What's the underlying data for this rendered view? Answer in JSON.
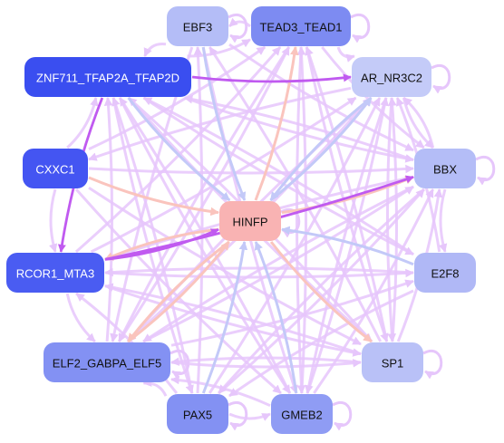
{
  "diagram": {
    "nodes": [
      {
        "id": "EBF3",
        "label": "EBF3",
        "fill": "#b4bdf7",
        "text_color": "#111111"
      },
      {
        "id": "TEAD3_TEAD1",
        "label": "TEAD3_TEAD1",
        "fill": "#7d8bf2",
        "text_color": "#111111"
      },
      {
        "id": "ZNF711",
        "label": "ZNF711_TFAP2A_TFAP2D",
        "fill": "#3a4ef0",
        "text_color": "#ffffff"
      },
      {
        "id": "AR_NR3C2",
        "label": "AR_NR3C2",
        "fill": "#c4cbf8",
        "text_color": "#111111"
      },
      {
        "id": "CXXC1",
        "label": "CXXC1",
        "fill": "#4455f2",
        "text_color": "#ffffff"
      },
      {
        "id": "BBX",
        "label": "BBX",
        "fill": "#b4bdf7",
        "text_color": "#111111"
      },
      {
        "id": "HINFP",
        "label": "HINFP",
        "fill": "#f9b3b3",
        "text_color": "#111111"
      },
      {
        "id": "RCOR1_MTA3",
        "label": "RCOR1_MTA3",
        "fill": "#4a5cf2",
        "text_color": "#ffffff"
      },
      {
        "id": "E2F8",
        "label": "E2F8",
        "fill": "#b0b8f6",
        "text_color": "#111111"
      },
      {
        "id": "ELF2",
        "label": "ELF2_GABPA_ELF5",
        "fill": "#8391f3",
        "text_color": "#111111"
      },
      {
        "id": "SP1",
        "label": "SP1",
        "fill": "#b9c1f7",
        "text_color": "#111111"
      },
      {
        "id": "PAX5",
        "label": "PAX5",
        "fill": "#8391f3",
        "text_color": "#111111"
      },
      {
        "id": "GMEB2",
        "label": "GMEB2",
        "fill": "#8f9cf4",
        "text_color": "#111111"
      }
    ],
    "edges": [
      {
        "from": "ZNF711",
        "to": "HINFP",
        "kind": "blue"
      },
      {
        "from": "ZNF711",
        "to": "AR_NR3C2",
        "kind": "violet"
      },
      {
        "from": "ZNF711",
        "to": "BBX",
        "kind": "light"
      },
      {
        "from": "ZNF711",
        "to": "SP1",
        "kind": "light"
      },
      {
        "from": "ZNF711",
        "to": "GMEB2",
        "kind": "light"
      },
      {
        "from": "ZNF711",
        "to": "PAX5",
        "kind": "light"
      },
      {
        "from": "ZNF711",
        "to": "E2F8",
        "kind": "light"
      },
      {
        "from": "ZNF711",
        "to": "TEAD3_TEAD1",
        "kind": "light"
      },
      {
        "from": "ZNF711",
        "to": "RCOR1_MTA3",
        "kind": "violet"
      },
      {
        "from": "CXXC1",
        "to": "BBX",
        "kind": "light"
      },
      {
        "from": "CXXC1",
        "to": "HINFP",
        "kind": "peach"
      },
      {
        "from": "CXXC1",
        "to": "ZNF711",
        "kind": "light"
      },
      {
        "from": "CXXC1",
        "to": "RCOR1_MTA3",
        "kind": "light"
      },
      {
        "from": "CXXC1",
        "to": "SP1",
        "kind": "light"
      },
      {
        "from": "CXXC1",
        "to": "TEAD3_TEAD1",
        "kind": "light"
      },
      {
        "from": "CXXC1",
        "to": "GMEB2",
        "kind": "light"
      },
      {
        "from": "RCOR1_MTA3",
        "to": "BBX",
        "kind": "violet"
      },
      {
        "from": "RCOR1_MTA3",
        "to": "E2F8",
        "kind": "light"
      },
      {
        "from": "RCOR1_MTA3",
        "to": "SP1",
        "kind": "light"
      },
      {
        "from": "RCOR1_MTA3",
        "to": "ELF2",
        "kind": "light"
      },
      {
        "from": "RCOR1_MTA3",
        "to": "AR_NR3C2",
        "kind": "light"
      },
      {
        "from": "RCOR1_MTA3",
        "to": "TEAD3_TEAD1",
        "kind": "light"
      },
      {
        "from": "RCOR1_MTA3",
        "to": "HINFP",
        "kind": "violet"
      },
      {
        "from": "ELF2",
        "to": "HINFP",
        "kind": "peach"
      },
      {
        "from": "ELF2",
        "to": "SP1",
        "kind": "light"
      },
      {
        "from": "ELF2",
        "to": "AR_NR3C2",
        "kind": "light"
      },
      {
        "from": "ELF2",
        "to": "TEAD3_TEAD1",
        "kind": "light"
      },
      {
        "from": "ELF2",
        "to": "BBX",
        "kind": "light"
      },
      {
        "from": "ELF2",
        "to": "ZNF711",
        "kind": "light"
      },
      {
        "from": "ELF2",
        "to": "E2F8",
        "kind": "light"
      },
      {
        "from": "PAX5",
        "to": "HINFP",
        "kind": "blue"
      },
      {
        "from": "PAX5",
        "to": "GMEB2",
        "kind": "light"
      },
      {
        "from": "PAX5",
        "to": "AR_NR3C2",
        "kind": "light"
      },
      {
        "from": "PAX5",
        "to": "EBF3",
        "kind": "light"
      },
      {
        "from": "PAX5",
        "to": "BBX",
        "kind": "light"
      },
      {
        "from": "PAX5",
        "to": "ZNF711",
        "kind": "light"
      },
      {
        "from": "GMEB2",
        "to": "HINFP",
        "kind": "blue"
      },
      {
        "from": "GMEB2",
        "to": "BBX",
        "kind": "light"
      },
      {
        "from": "GMEB2",
        "to": "AR_NR3C2",
        "kind": "light"
      },
      {
        "from": "GMEB2",
        "to": "TEAD3_TEAD1",
        "kind": "light"
      },
      {
        "from": "GMEB2",
        "to": "ZNF711",
        "kind": "light"
      },
      {
        "from": "SP1",
        "to": "AR_NR3C2",
        "kind": "light"
      },
      {
        "from": "SP1",
        "to": "BBX",
        "kind": "light"
      },
      {
        "from": "SP1",
        "to": "ELF2",
        "kind": "light"
      },
      {
        "from": "SP1",
        "to": "TEAD3_TEAD1",
        "kind": "light"
      },
      {
        "from": "SP1",
        "to": "EBF3",
        "kind": "light"
      },
      {
        "from": "SP1",
        "to": "ZNF711",
        "kind": "light"
      },
      {
        "from": "E2F8",
        "to": "HINFP",
        "kind": "blue"
      },
      {
        "from": "E2F8",
        "to": "ZNF711",
        "kind": "light"
      },
      {
        "from": "E2F8",
        "to": "AR_NR3C2",
        "kind": "light"
      },
      {
        "from": "E2F8",
        "to": "PAX5",
        "kind": "light"
      },
      {
        "from": "E2F8",
        "to": "RCOR1_MTA3",
        "kind": "light"
      },
      {
        "from": "BBX",
        "to": "E2F8",
        "kind": "light"
      },
      {
        "from": "BBX",
        "to": "AR_NR3C2",
        "kind": "light"
      },
      {
        "from": "BBX",
        "to": "ZNF711",
        "kind": "light"
      },
      {
        "from": "BBX",
        "to": "ELF2",
        "kind": "light"
      },
      {
        "from": "BBX",
        "to": "PAX5",
        "kind": "light"
      },
      {
        "from": "BBX",
        "to": "RCOR1_MTA3",
        "kind": "light"
      },
      {
        "from": "AR_NR3C2",
        "to": "HINFP",
        "kind": "blue"
      },
      {
        "from": "AR_NR3C2",
        "to": "BBX",
        "kind": "light"
      },
      {
        "from": "AR_NR3C2",
        "to": "SP1",
        "kind": "light"
      },
      {
        "from": "AR_NR3C2",
        "to": "ELF2",
        "kind": "light"
      },
      {
        "from": "AR_NR3C2",
        "to": "GMEB2",
        "kind": "light"
      },
      {
        "from": "AR_NR3C2",
        "to": "CXXC1",
        "kind": "light"
      },
      {
        "from": "TEAD3_TEAD1",
        "to": "AR_NR3C2",
        "kind": "light"
      },
      {
        "from": "TEAD3_TEAD1",
        "to": "SP1",
        "kind": "light"
      },
      {
        "from": "TEAD3_TEAD1",
        "to": "ELF2",
        "kind": "light"
      },
      {
        "from": "TEAD3_TEAD1",
        "to": "GMEB2",
        "kind": "light"
      },
      {
        "from": "TEAD3_TEAD1",
        "to": "BBX",
        "kind": "light"
      },
      {
        "from": "TEAD3_TEAD1",
        "to": "EBF3",
        "kind": "light"
      },
      {
        "from": "EBF3",
        "to": "HINFP",
        "kind": "blue"
      },
      {
        "from": "EBF3",
        "to": "ELF2",
        "kind": "light"
      },
      {
        "from": "EBF3",
        "to": "GMEB2",
        "kind": "light"
      },
      {
        "from": "EBF3",
        "to": "ZNF711",
        "kind": "light"
      },
      {
        "from": "EBF3",
        "to": "BBX",
        "kind": "light"
      },
      {
        "from": "HINFP",
        "to": "TEAD3_TEAD1",
        "kind": "peach"
      },
      {
        "from": "HINFP",
        "to": "SP1",
        "kind": "peach"
      },
      {
        "from": "HINFP",
        "to": "BBX",
        "kind": "peach"
      },
      {
        "from": "HINFP",
        "to": "AR_NR3C2",
        "kind": "blue"
      },
      {
        "from": "HINFP",
        "to": "RCOR1_MTA3",
        "kind": "peach"
      },
      {
        "from": "HINFP",
        "to": "ELF2",
        "kind": "peach"
      },
      {
        "from": "SP1",
        "to": "RCOR1_MTA3",
        "kind": "light"
      },
      {
        "from": "GMEB2",
        "to": "ELF2",
        "kind": "light"
      },
      {
        "from": "PAX5",
        "to": "ELF2",
        "kind": "light"
      },
      {
        "from": "PAX5",
        "to": "RCOR1_MTA3",
        "kind": "light"
      }
    ],
    "self_loops": [
      "EBF3",
      "TEAD3_TEAD1",
      "AR_NR3C2",
      "BBX",
      "HINFP",
      "SP1",
      "PAX5",
      "GMEB2",
      "ELF2"
    ],
    "colors": {
      "light": "#e6c6fb",
      "violet": "#c05af0",
      "blue": "#c3c9f8",
      "peach": "#fac4bd"
    }
  }
}
